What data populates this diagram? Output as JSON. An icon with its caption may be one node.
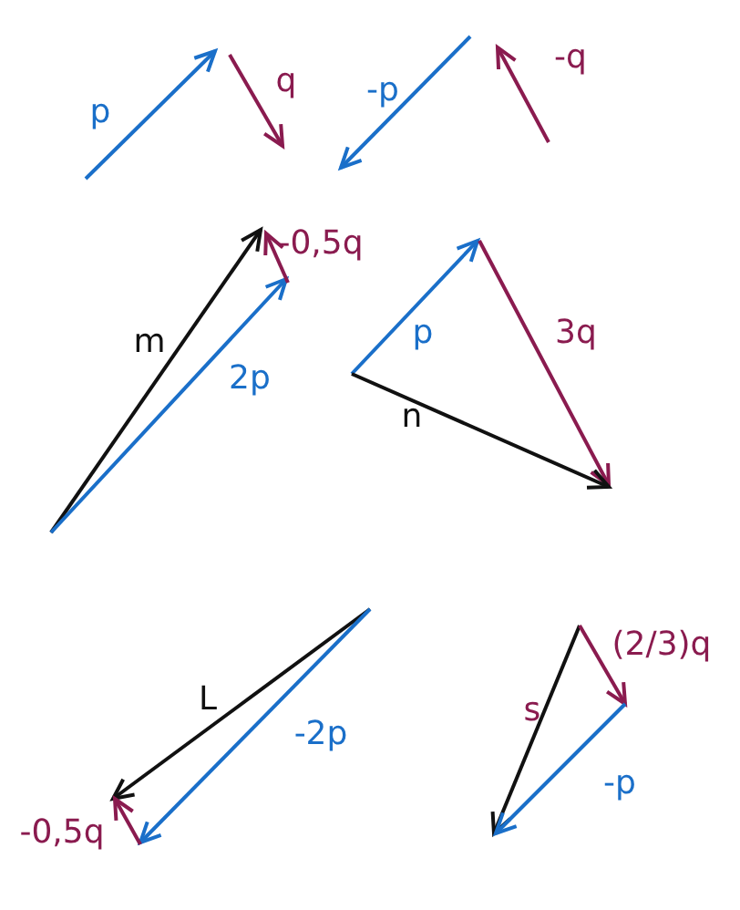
{
  "diagram": {
    "labels": [
      "p",
      "q",
      "-p",
      "-q",
      "-0,5q",
      "m",
      "2p",
      "p",
      "3q",
      "n",
      "L",
      "-2p",
      "(2/3)q",
      "s",
      "-0,5q",
      "-p"
    ]
  }
}
